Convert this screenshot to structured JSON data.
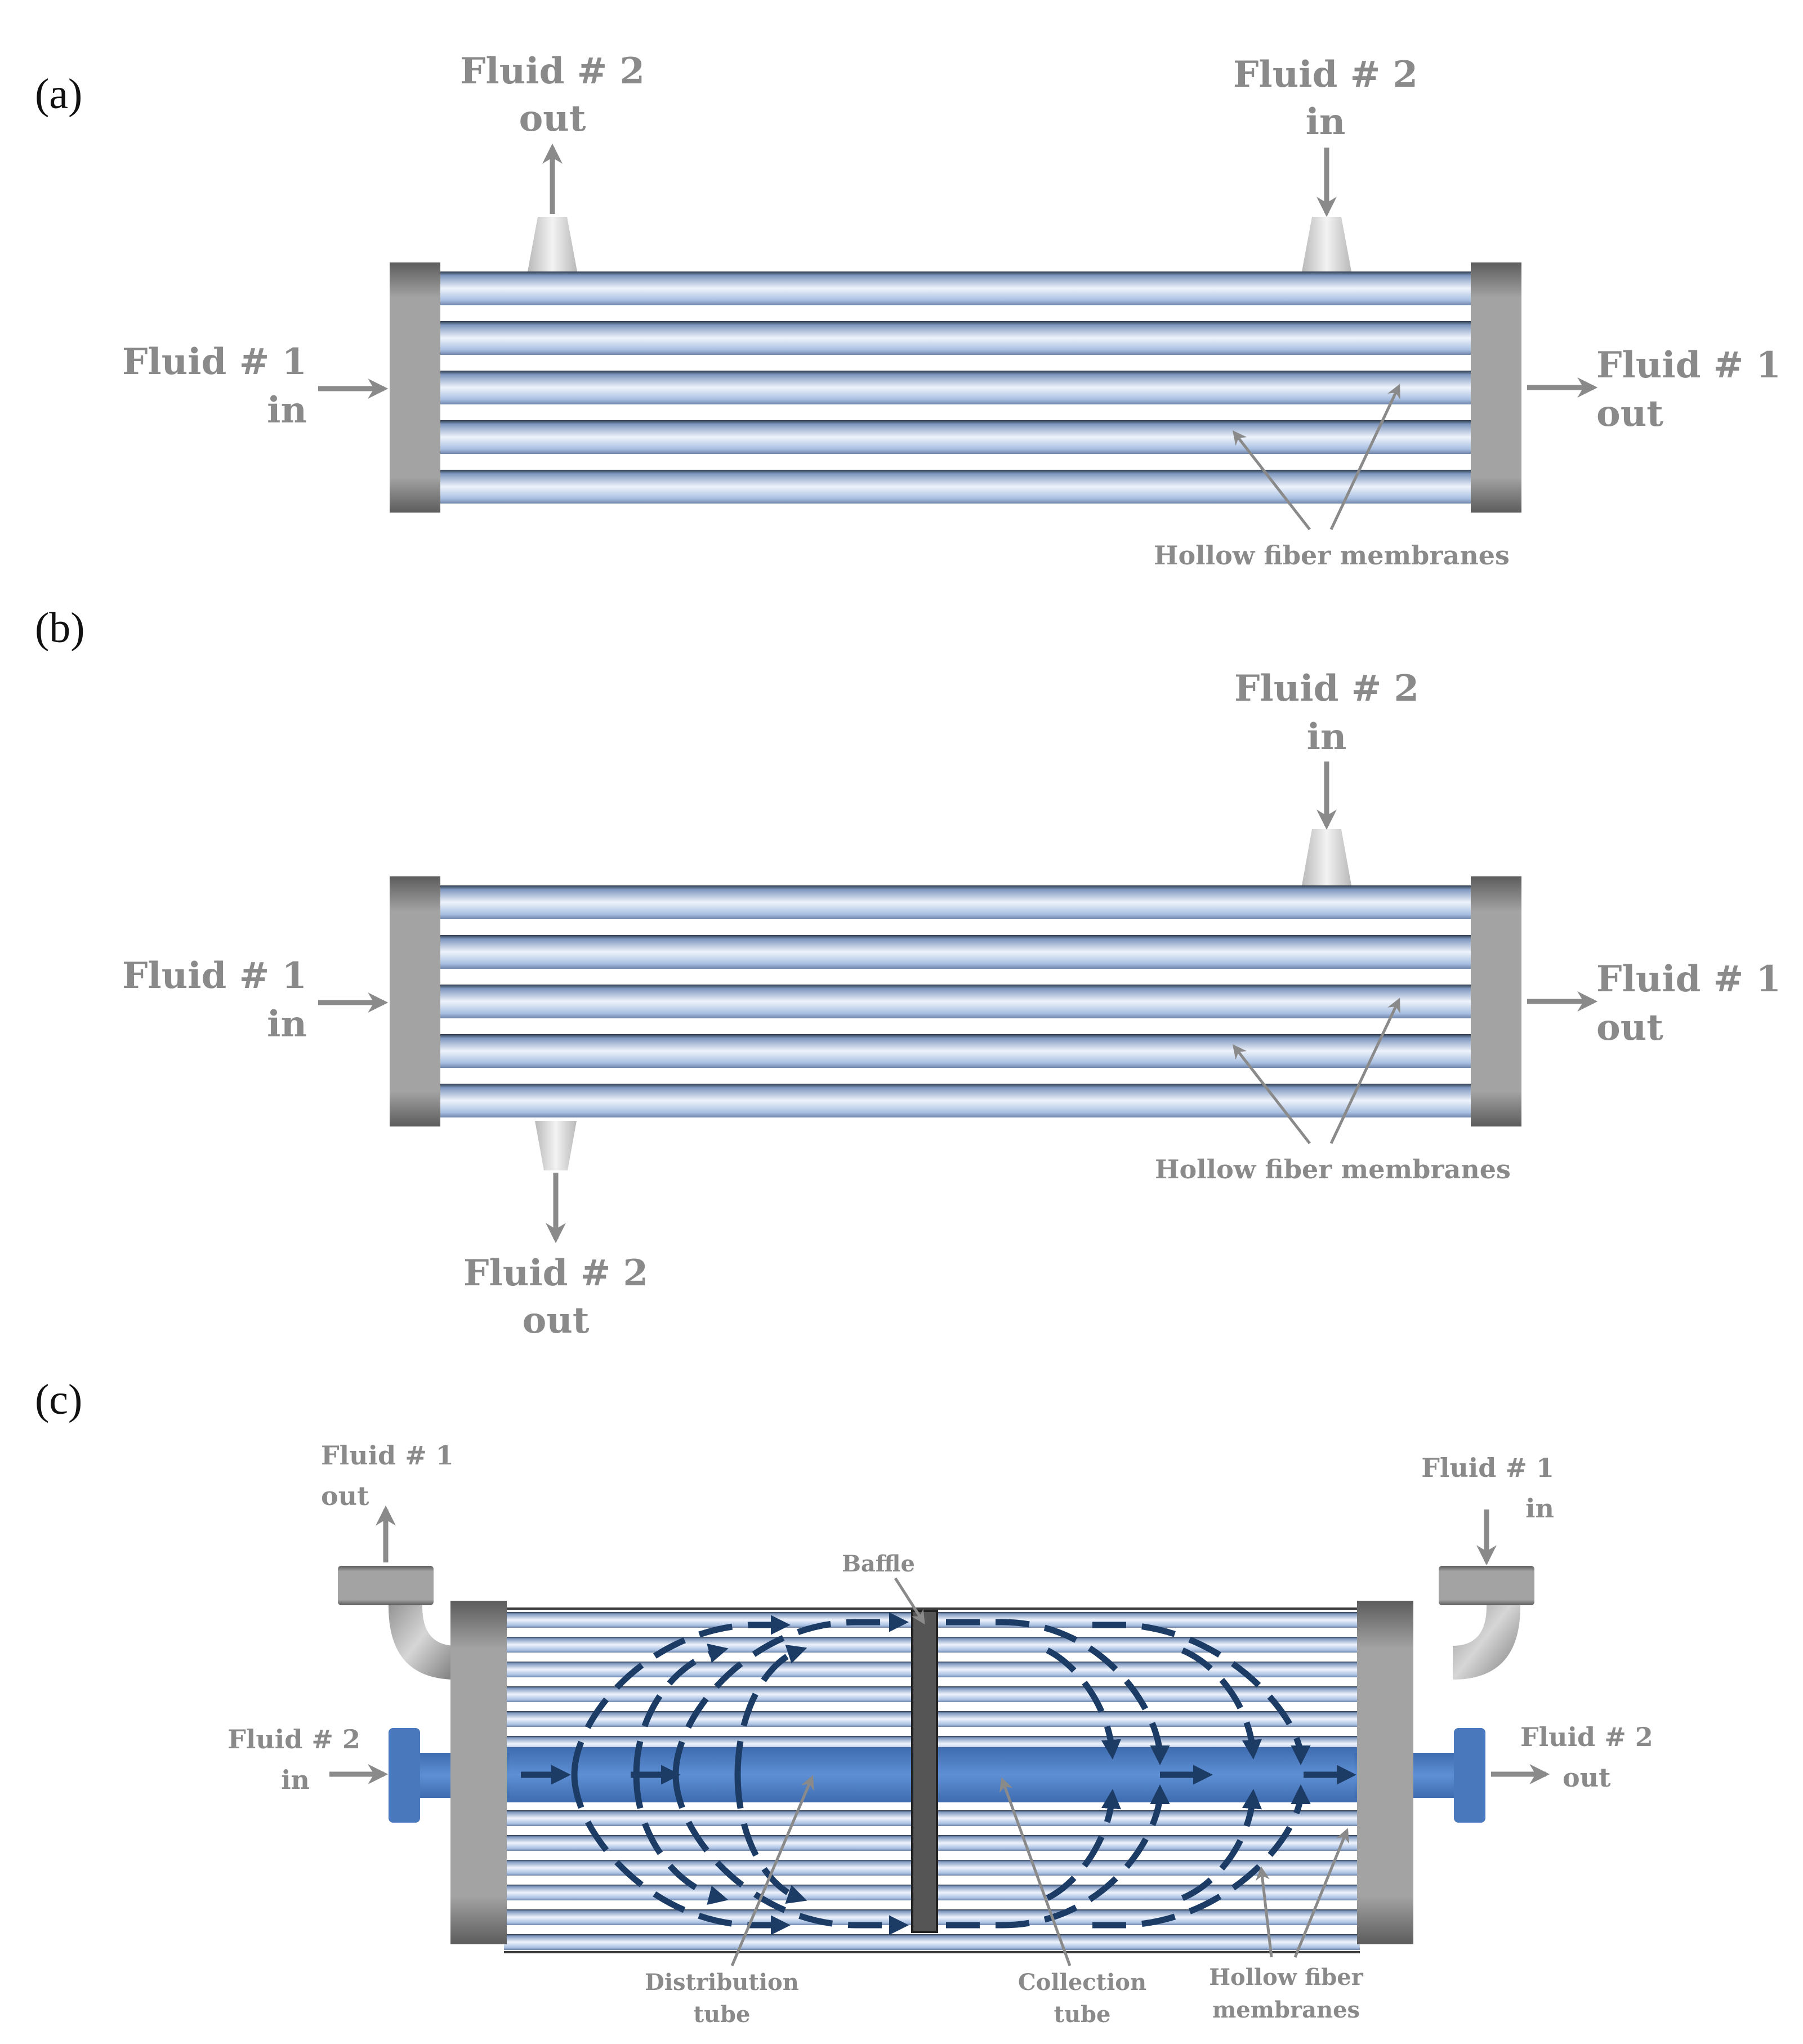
{
  "panels": [
    {
      "id": "a",
      "label": "(a)",
      "fluid1_in": [
        "Fluid # 1",
        "in"
      ],
      "fluid1_out": [
        "Fluid # 1",
        "out"
      ],
      "fluid2_in": [
        "Fluid # 2",
        "in"
      ],
      "fluid2_out": [
        "Fluid # 2",
        "out"
      ],
      "membranes_label": "Hollow fiber membranes"
    },
    {
      "id": "b",
      "label": "(b)",
      "fluid1_in": [
        "Fluid # 1",
        "in"
      ],
      "fluid1_out": [
        "Fluid # 1",
        "out"
      ],
      "fluid2_in": [
        "Fluid # 2",
        "in"
      ],
      "fluid2_out": [
        "Fluid # 2",
        "out"
      ],
      "membranes_label": "Hollow fiber membranes"
    },
    {
      "id": "c",
      "label": "(c)",
      "fluid1_out": [
        "Fluid # 1",
        "out"
      ],
      "fluid1_in": [
        "Fluid # 1",
        "in"
      ],
      "fluid2_in": [
        "Fluid # 2",
        "in"
      ],
      "fluid2_out": [
        "Fluid # 2",
        "out"
      ],
      "baffle_label": "Baffle",
      "distribution_tube_label": [
        "Distribution",
        "tube"
      ],
      "collection_tube_label": [
        "Collection",
        "tube"
      ],
      "membranes_label": [
        "Hollow fiber",
        "membranes"
      ]
    }
  ],
  "colors": {
    "label_gray": "#8a8a8a",
    "header_gray": "#9d9d9d",
    "fiber_light": "#e6eefb",
    "fiber_mid": "#9fb8dd",
    "fiber_dark": "#2e3a4c",
    "tube_blue": "#4f7fc6",
    "flow_navy": "#1c3c66",
    "baffle_gray": "#555555"
  }
}
